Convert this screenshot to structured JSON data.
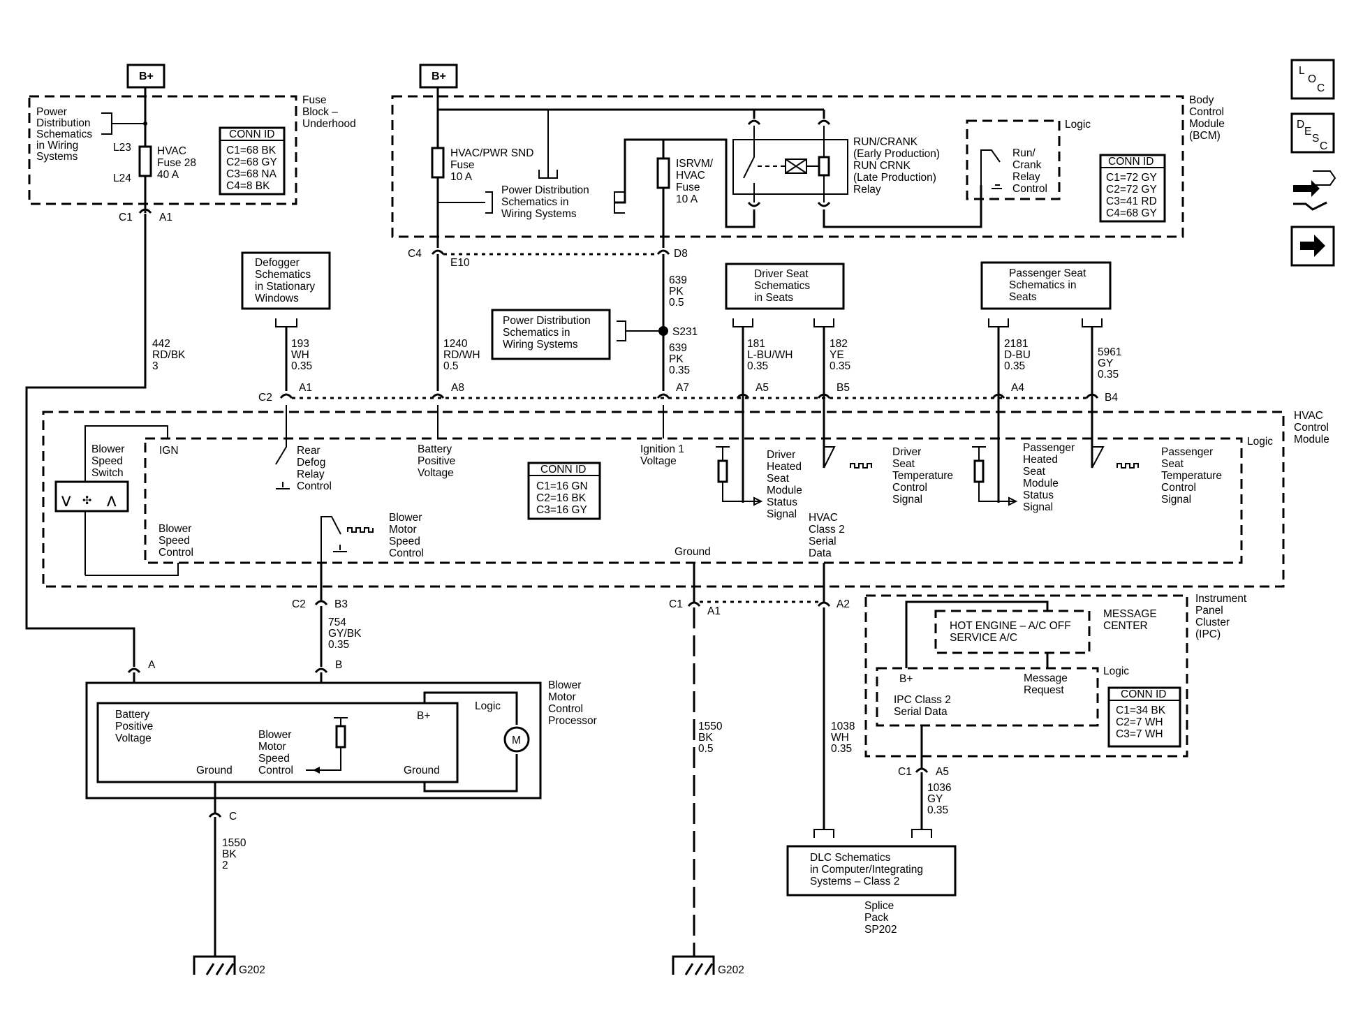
{
  "power": {
    "b_plus": "B+"
  },
  "fuse_block": {
    "label": [
      "Fuse",
      "Block –",
      "Underhood"
    ],
    "pds": [
      "Power",
      "Distribution",
      "Schematics",
      "in Wiring",
      "Systems"
    ],
    "l23": "L23",
    "l24": "L24",
    "fuse": [
      "HVAC",
      "Fuse 28",
      "40 A"
    ],
    "conn_title": "CONN ID",
    "conn": [
      "C1=68 BK",
      "C2=68 GY",
      "C3=68 NA",
      "C4=8 BK"
    ]
  },
  "bcm": {
    "label": [
      "Body",
      "Control",
      "Module",
      "(BCM)"
    ],
    "fuse1": [
      "HVAC/PWR SND",
      "Fuse",
      "10 A"
    ],
    "pds": [
      "Power Distribution",
      "Schematics in",
      "Wiring Systems"
    ],
    "fuse2": [
      "ISRVM/",
      "HVAC",
      "Fuse",
      "10 A"
    ],
    "relay": [
      "RUN/CRANK",
      "(Early Production)",
      "RUN CRNK",
      "(Late Production)",
      "Relay"
    ],
    "logic": "Logic",
    "relay_ctrl": [
      "Run/",
      "Crank",
      "Relay",
      "Control"
    ],
    "conn_title": "CONN ID",
    "conn": [
      "C1=72 GY",
      "C2=72 GY",
      "C3=41 RD",
      "C4=68 GY"
    ]
  },
  "side_icons": {
    "loc": [
      "L",
      "O",
      "C"
    ],
    "desc": [
      "D",
      "E",
      "S",
      "C"
    ]
  },
  "connectors": {
    "c1": "C1",
    "a1": "A1",
    "c4": "C4",
    "e10": "E10",
    "d8": "D8",
    "c2": "C2",
    "a8": "A8",
    "a7": "A7",
    "a5": "A5",
    "b5": "B5",
    "a4": "A4",
    "b4": "B4",
    "c2b": "C2",
    "b3": "B3",
    "c1b": "C1",
    "a1b": "A1",
    "a2": "A2",
    "a": "A",
    "b": "B",
    "c": "C",
    "c1c": "C1",
    "a5b": "A5"
  },
  "wires": {
    "w442": [
      "442",
      "RD/BK",
      "3"
    ],
    "w639a": [
      "639",
      "PK",
      "0.5"
    ],
    "s231": "S231",
    "w639b": [
      "639",
      "PK",
      "0.35"
    ],
    "w193": [
      "193",
      "WH",
      "0.35"
    ],
    "w1240": [
      "1240",
      "RD/WH",
      "0.5"
    ],
    "w181": [
      "181",
      "L-BU/WH",
      "0.35"
    ],
    "w182": [
      "182",
      "YE",
      "0.35"
    ],
    "w2181": [
      "2181",
      "D-BU",
      "0.35"
    ],
    "w5961": [
      "5961",
      "GY",
      "0.35"
    ],
    "w754": [
      "754",
      "GY/BK",
      "0.35"
    ],
    "w1550a": [
      "1550",
      "BK",
      "0.5"
    ],
    "w1038": [
      "1038",
      "WH",
      "0.35"
    ],
    "w1036": [
      "1036",
      "GY",
      "0.35"
    ],
    "w1550b": [
      "1550",
      "BK",
      "2"
    ]
  },
  "refs": {
    "defog": [
      "Defogger",
      "Schematics",
      "in Stationary",
      "Windows"
    ],
    "pds2": [
      "Power Distribution",
      "Schematics in",
      "Wiring Systems"
    ],
    "driver_seat": [
      "Driver Seat",
      "Schematics",
      "in Seats"
    ],
    "pass_seat": [
      "Passenger Seat",
      "Schematics in",
      "Seats"
    ]
  },
  "hvac": {
    "label": [
      "HVAC",
      "Control",
      "Module"
    ],
    "logic": "Logic",
    "blower_switch": [
      "Blower",
      "Speed",
      "Switch"
    ],
    "ign": "IGN",
    "blower_speed_ctrl": [
      "Blower",
      "Speed",
      "Control"
    ],
    "rear_defog": [
      "Rear",
      "Defog",
      "Relay",
      "Control"
    ],
    "batt_pos": [
      "Battery",
      "Positive",
      "Voltage"
    ],
    "conn_title": "CONN ID",
    "conn": [
      "C1=16 GN",
      "C2=16 BK",
      "C3=16 GY"
    ],
    "ign1": [
      "Ignition 1",
      "Voltage"
    ],
    "drv_heat": [
      "Driver",
      "Heated",
      "Seat",
      "Module",
      "Status",
      "Signal"
    ],
    "drv_temp": [
      "Driver",
      "Seat",
      "Temperature",
      "Control",
      "Signal"
    ],
    "pass_heat": [
      "Passenger",
      "Heated",
      "Seat",
      "Module",
      "Status",
      "Signal"
    ],
    "pass_temp": [
      "Passenger",
      "Seat",
      "Temperature",
      "Control",
      "Signal"
    ],
    "blower_motor_ctrl": [
      "Blower",
      "Motor",
      "Speed",
      "Control"
    ],
    "ground": "Ground",
    "class2": [
      "HVAC",
      "Class 2",
      "Serial",
      "Data"
    ]
  },
  "ipc": {
    "label": [
      "Instrument",
      "Panel",
      "Cluster",
      "(IPC)"
    ],
    "msg": [
      "HOT ENGINE – A/C OFF",
      "SERVICE A/C"
    ],
    "msg_center": [
      "MESSAGE",
      "CENTER"
    ],
    "logic": "Logic",
    "bplus": "B+",
    "msg_req": [
      "Message",
      "Request"
    ],
    "serial": [
      "IPC Class 2",
      "Serial Data"
    ],
    "conn_title": "CONN ID",
    "conn": [
      "C1=34 BK",
      "C2=7 WH",
      "C3=7 WH"
    ]
  },
  "processor": {
    "label": [
      "Blower",
      "Motor",
      "Control",
      "Processor"
    ],
    "logic": "Logic",
    "batt": [
      "Battery",
      "Positive",
      "Voltage"
    ],
    "bplus": "B+",
    "speed": [
      "Blower",
      "Motor",
      "Speed",
      "Control"
    ],
    "ground1": "Ground",
    "ground2": "Ground",
    "motor": "M"
  },
  "dlc": {
    "text": [
      "DLC Schematics",
      "in Computer/Integrating",
      "Systems – Class 2"
    ],
    "splice": [
      "Splice",
      "Pack",
      "SP202"
    ]
  },
  "grounds": {
    "g1": "G202",
    "g2": "G202"
  }
}
